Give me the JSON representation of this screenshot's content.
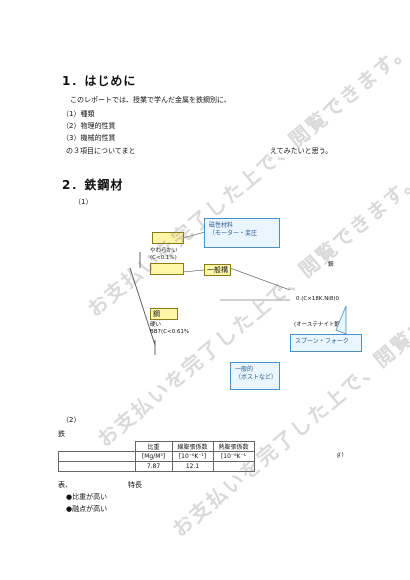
{
  "section1": {
    "heading": "1．はじめに",
    "intro": "このレポートでは、授業で学んだ金属を鉄鋼別に、",
    "items": [
      "（1）種類",
      "（2）物理的性質",
      "（3）機械的性質"
    ],
    "closing_left": "の３項目についてまと",
    "closing_right": "えてみたいと思う。"
  },
  "section2": {
    "heading": "2．鉄鋼材",
    "subheading": "（1）"
  },
  "diagram": {
    "soft_label": "やわらかい",
    "soft_note": "(C<0.1%)",
    "general_label": "一般構",
    "hard_box": "鋼",
    "hard_label": "硬い",
    "hard_note": "BB7(C<0.61%",
    "callout_magnetic_line1": "磁性材料",
    "callout_magnetic_line2": "（モーター・変圧",
    "stainless_fragment": "0.(C×18K.Ni8)0",
    "stainless_suffix": "(オーステナイト鋼)",
    "right_fragment": "鋼",
    "callout_spoon": "スプーン・フォーク",
    "callout_general_line1": "一般的",
    "callout_general_line2": "（ボストなど）"
  },
  "section3": {
    "subheading": "（2）",
    "row_prefix": "鉄",
    "table": {
      "headers": [
        "比重",
        "線膨張係数",
        "熱膨張係数"
      ],
      "units": [
        "[Mg/M³]",
        "[10⁻⁶K⁻¹]",
        "[10⁻⁶K⁻¹"
      ],
      "values": [
        "7.87",
        "12.1",
        ""
      ],
      "trailing_fragment": "ℊ)"
    },
    "feature_intro": "表、",
    "feature_title": "特長",
    "bullets": [
      "●比重が高い",
      "●融点が高い"
    ]
  },
  "watermark": "お支払いを完了した上で、閲覧できます。"
}
